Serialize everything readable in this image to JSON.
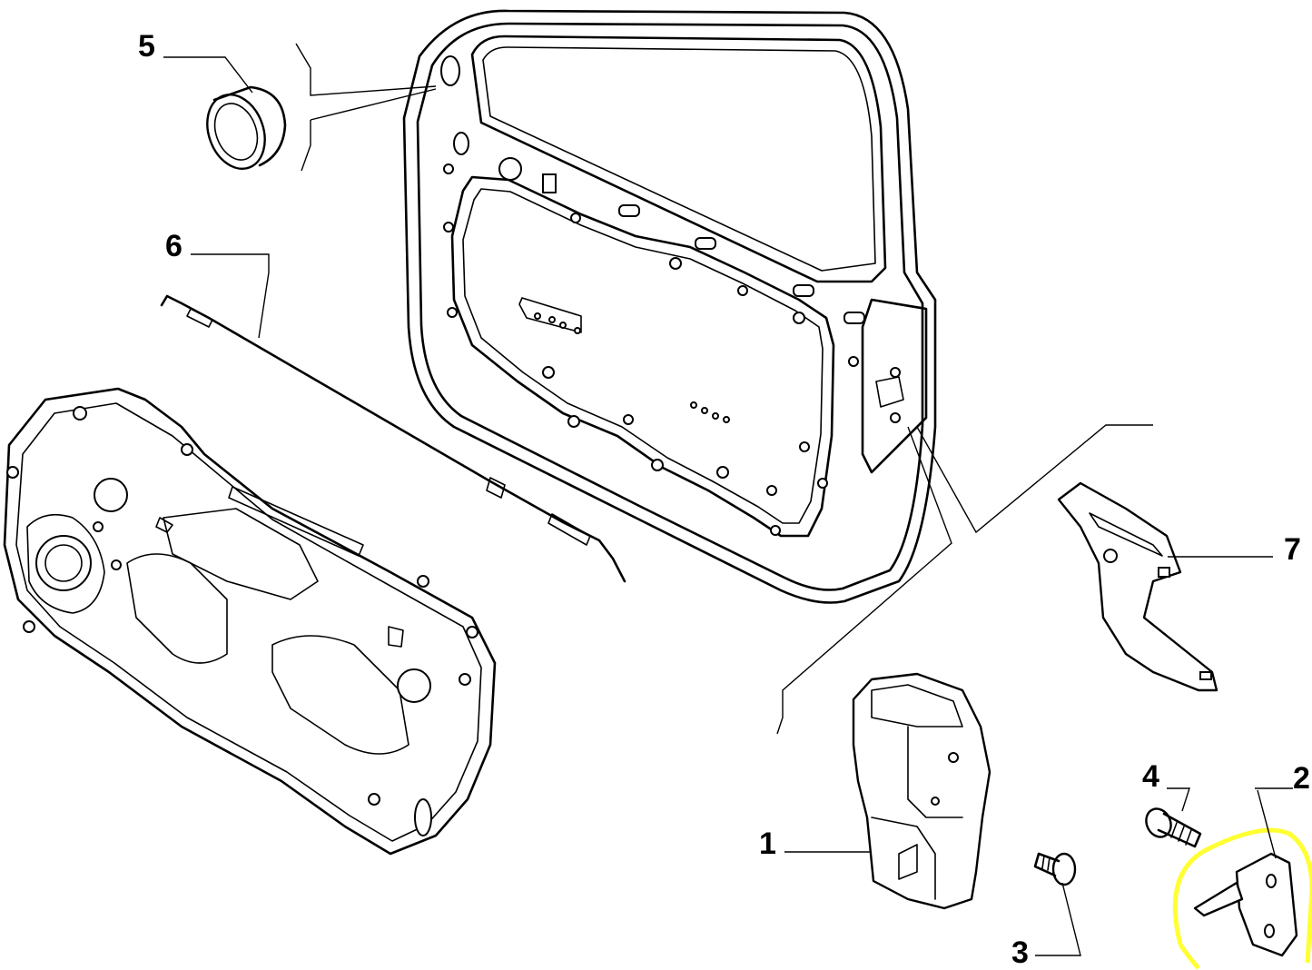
{
  "callouts": [
    {
      "id": "1",
      "label": "1",
      "part": "door-lock"
    },
    {
      "id": "2",
      "label": "2",
      "part": "striker-plate"
    },
    {
      "id": "3",
      "label": "3",
      "part": "flat-head-screw"
    },
    {
      "id": "4",
      "label": "4",
      "part": "bolt"
    },
    {
      "id": "5",
      "label": "5",
      "part": "plug-grommet"
    },
    {
      "id": "6",
      "label": "6",
      "part": "control-rod"
    },
    {
      "id": "7",
      "label": "7",
      "part": "lock-bracket"
    }
  ],
  "highlight": {
    "color": "#ffff33",
    "target": "2"
  },
  "colors": {
    "ink": "#000000",
    "background": "#ffffff"
  }
}
